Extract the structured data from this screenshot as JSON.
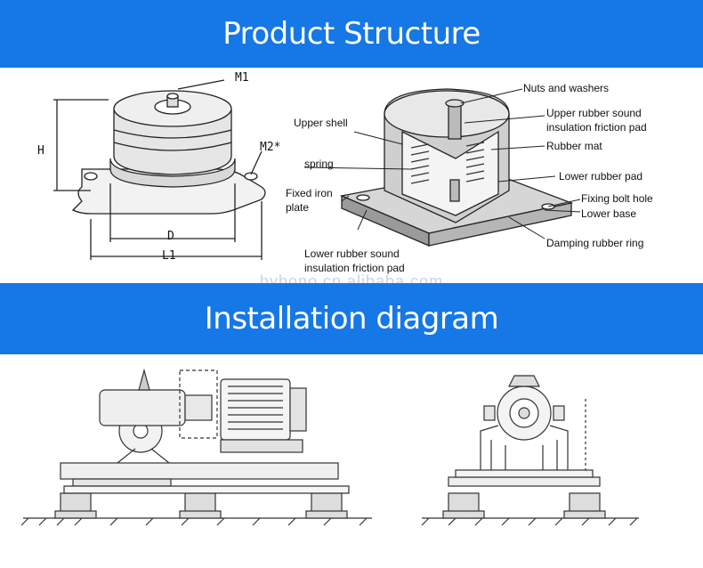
{
  "banners": {
    "top_title": "Product Structure",
    "mid_title": "Installation diagram"
  },
  "watermark": "hybono.cn.alibaba.com",
  "dimension_labels": {
    "m1": "M1",
    "m2": "M2*",
    "h": "H",
    "d": "D",
    "l1": "L1"
  },
  "part_labels": {
    "nuts_washers": "Nuts and washers",
    "upper_shell": "Upper shell",
    "upper_rubber_sound_1": "Upper rubber sound",
    "upper_rubber_sound_2": "insulation friction pad",
    "rubber_mat": "Rubber mat",
    "spring": "spring",
    "lower_rubber_pad": "Lower rubber pad",
    "fixed_iron_1": "Fixed iron",
    "fixed_iron_2": "plate",
    "fixing_bolt_hole": "Fixing bolt hole",
    "lower_base": "Lower base",
    "damping_rubber_ring": "Damping rubber ring",
    "lower_rubber_sound_1": "Lower rubber sound",
    "lower_rubber_sound_2": "insulation friction pad"
  }
}
